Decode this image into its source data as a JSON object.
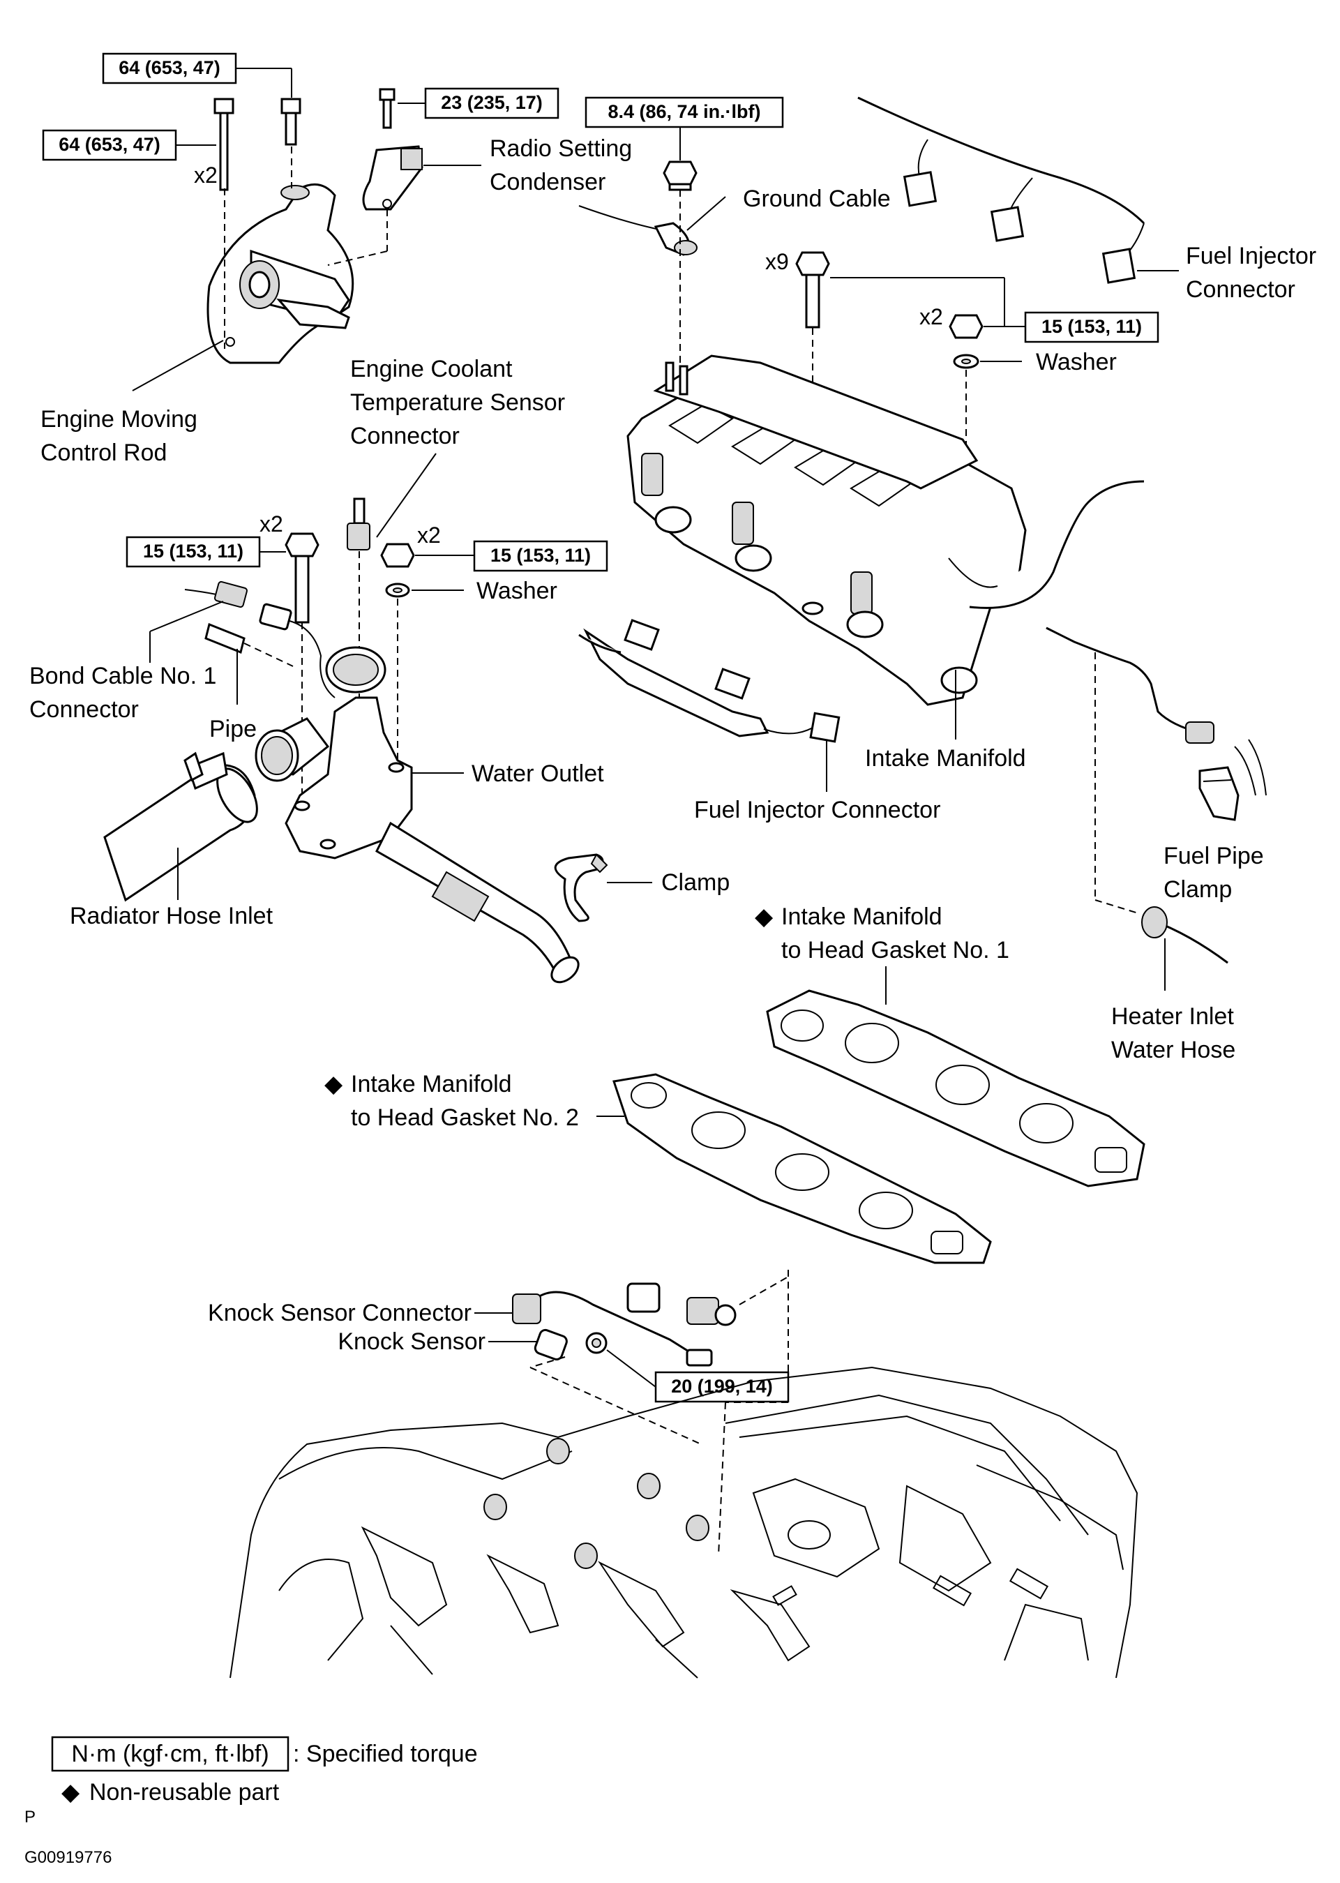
{
  "torque": {
    "rod_nut": "64 (653, 47)",
    "rod_bolt": "64 (653, 47)",
    "condenser_bolt": "23 (235, 17)",
    "ground_nut": "8.4 (86, 74 in.·lbf)",
    "manifold_nut": "15 (153, 11)",
    "outlet_bolt": "15 (153, 11)",
    "outlet_nut": "15 (153, 11)",
    "knock_sensor": "20 (199, 14)"
  },
  "qty": {
    "rod_bolt": "x2",
    "manifold_bolt": "x9",
    "manifold_nut": "x2",
    "outlet_bolt": "x2",
    "outlet_nut": "x2"
  },
  "labels": {
    "radio_condenser_1": "Radio Setting",
    "radio_condenser_2": "Condenser",
    "ground_cable": "Ground Cable",
    "fuel_injector_connector_top_1": "Fuel Injector",
    "fuel_injector_connector_top_2": "Connector",
    "washer_top": "Washer",
    "engine_moving_rod_1": "Engine Moving",
    "engine_moving_rod_2": "Control Rod",
    "ect_sensor_1": "Engine Coolant",
    "ect_sensor_2": "Temperature Sensor",
    "ect_sensor_3": "Connector",
    "washer_mid": "Washer",
    "bond_cable_1": "Bond Cable No. 1",
    "bond_cable_2": "Connector",
    "pipe": "Pipe",
    "water_outlet": "Water Outlet",
    "radiator_hose": "Radiator Hose Inlet",
    "intake_manifold": "Intake Manifold",
    "fuel_injector_connector": "Fuel Injector Connector",
    "clamp": "Clamp",
    "gasket1_1": "Intake Manifold",
    "gasket1_2": "to Head Gasket No. 1",
    "fuel_pipe_clamp_1": "Fuel Pipe",
    "fuel_pipe_clamp_2": "Clamp",
    "heater_hose_1": "Heater Inlet",
    "heater_hose_2": "Water Hose",
    "gasket2_1": "Intake Manifold",
    "gasket2_2": "to Head Gasket No. 2",
    "knock_connector": "Knock Sensor Connector",
    "knock_sensor": "Knock Sensor"
  },
  "legend": {
    "torque_unit": "N·m (kgf·cm, ft·lbf)",
    "torque_desc": ": Specified torque",
    "nonreusable_symbol": "◆",
    "nonreusable_desc": "Non-reusable part"
  },
  "footer": {
    "page_letter": "P",
    "figure_id": "G00919776"
  }
}
